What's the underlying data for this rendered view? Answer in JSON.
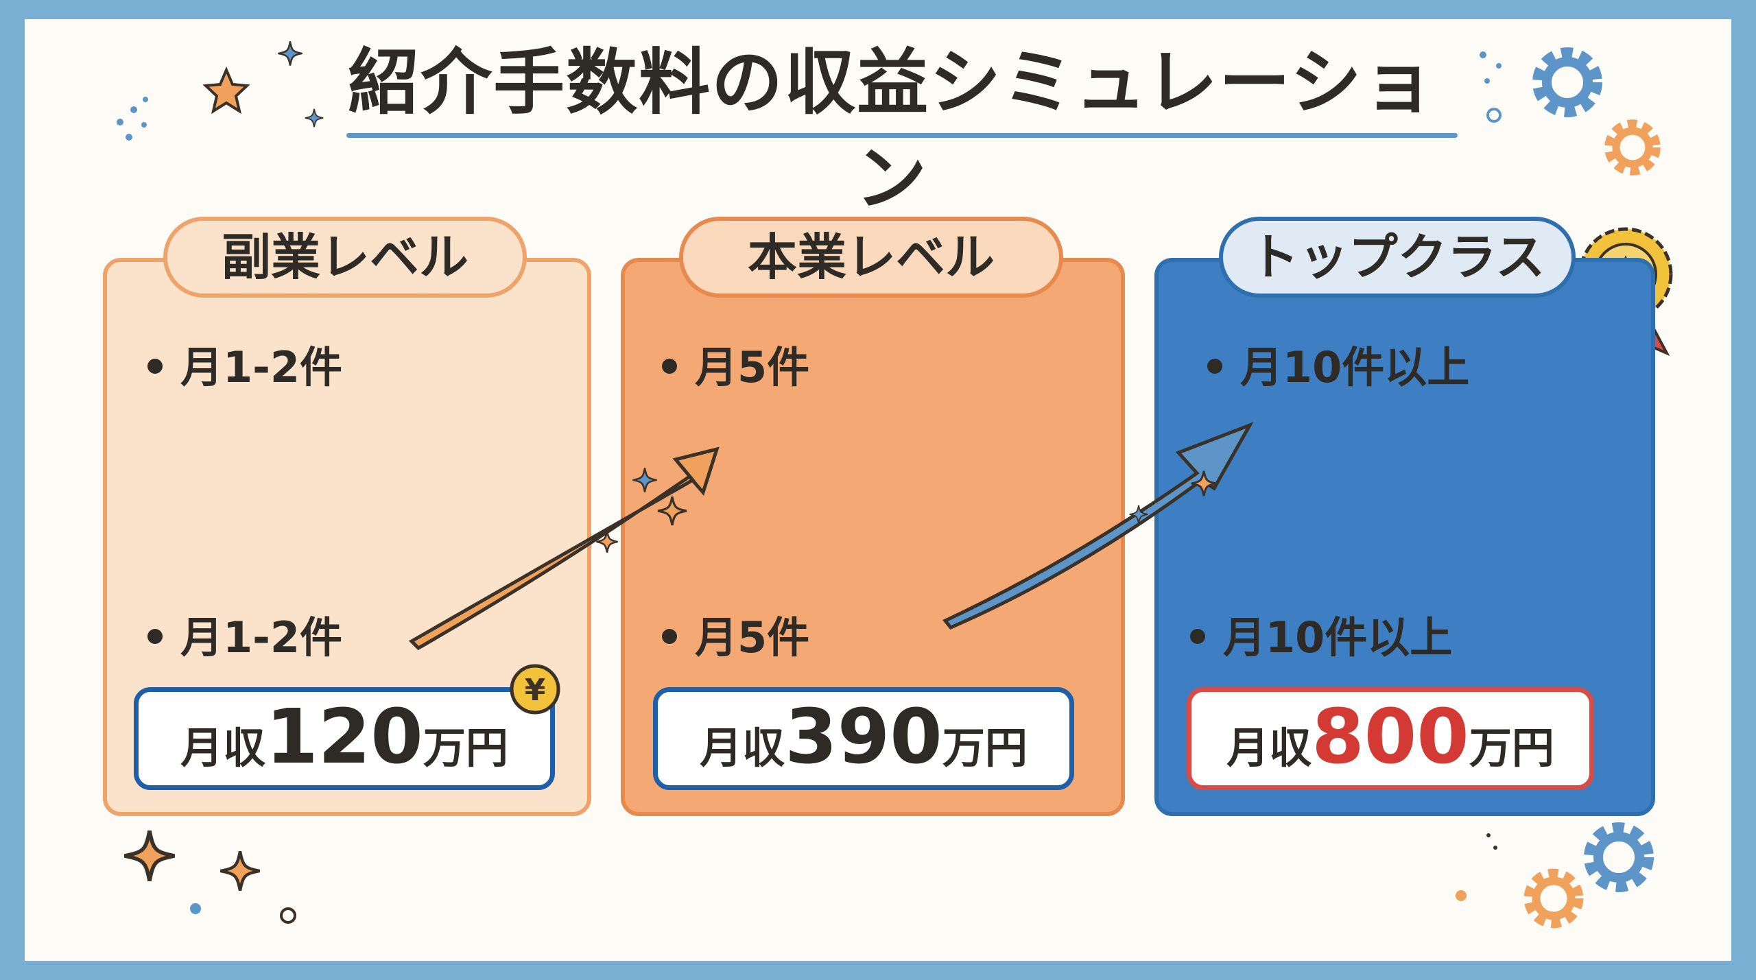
{
  "title": "紹介手数料の収益シミュレーション",
  "tiers": [
    {
      "name": "副業レベル",
      "bullets": [
        "月1-2件",
        "月1-2件"
      ],
      "income_prefix": "月収",
      "income_value": "120",
      "income_suffix": "万円"
    },
    {
      "name": "本業レベル",
      "bullets": [
        "月5件",
        "月5件"
      ],
      "income_prefix": "月収",
      "income_value": "390",
      "income_suffix": "万円"
    },
    {
      "name": "トップクラス",
      "bullets": [
        "月10件以上",
        "月10件以上"
      ],
      "income_prefix": "月収",
      "income_value": "800",
      "income_suffix": "万円"
    }
  ],
  "yen_symbol": "¥",
  "colors": {
    "frame": "#7aafd4",
    "tier1_bg": "#fbe3cb",
    "tier2_bg": "#f4a873",
    "tier3_bg": "#3d7fc2",
    "accent_blue": "#1f5ea8",
    "accent_red": "#d23a33"
  },
  "icons": [
    "yen-coin-icon",
    "sparkle-icon",
    "gear-icon",
    "medal-icon",
    "thumbs-up-icon",
    "laptop-icon",
    "money-stack-icon",
    "growth-arrow-icon"
  ]
}
